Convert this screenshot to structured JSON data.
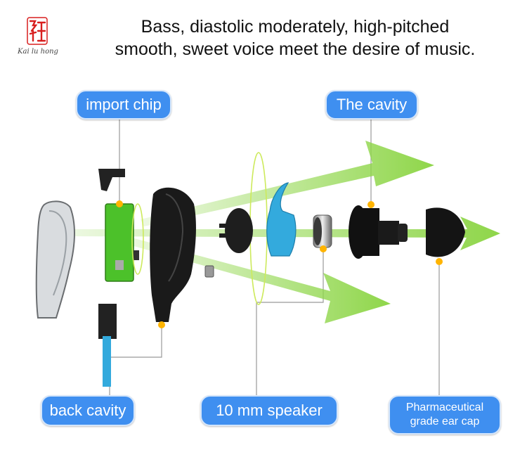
{
  "brand": {
    "logo_seal": "红",
    "logo_signature": "Kai lu hong"
  },
  "headline": {
    "line1": "Bass, diastolic moderately, high-pitched",
    "line2": "smooth, sweet voice meet the desire of music."
  },
  "labels": {
    "import_chip": "import chip",
    "cavity": "The cavity",
    "back_cavity": "back cavity",
    "speaker": "10 mm speaker",
    "ear_cap_line1": "Pharmaceutical",
    "ear_cap_line2": "grade ear cap"
  },
  "colors": {
    "label_blue": "#3f8ff0",
    "arrow_green": "#8fd64a",
    "dot_orange": "#ffb400",
    "pcb_green": "#4cc12a",
    "wing_cyan": "#33aadd",
    "seal_red": "#d81e1e"
  }
}
